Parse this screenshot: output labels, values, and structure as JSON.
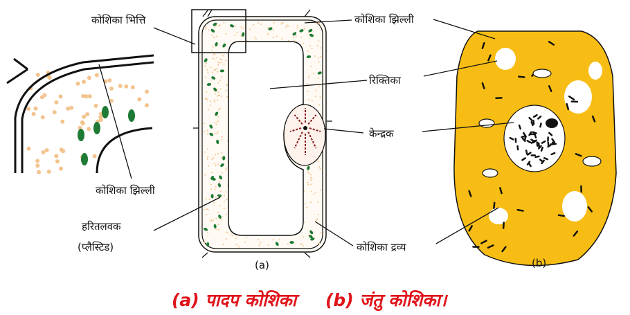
{
  "labels": {
    "cell_wall": "कोशिका भित्ति",
    "cell_membrane_top": "कोशिका झिल्ली",
    "vacuole": "रिक्तिका",
    "nucleus": "केन्द्रक",
    "cell_membrane_inset": "कोशिका झिल्ली",
    "chloroplast": "हरितलवक",
    "plastid": "(प्लैस्टिड)",
    "cytoplasm": "कोशिका द्रव्य",
    "panel_a": "(a)",
    "panel_b": "(b)"
  },
  "caption": {
    "a": "(a) पादप कोशिका",
    "b": "(b) जंतु कोशिका।"
  },
  "colors": {
    "animal_cell": "#f7bd14",
    "chloroplast": "#1e7a34",
    "cytoplasm_dot": "#f3c48f",
    "chromatin_plant": "#8b1a1a",
    "caption": "#e0141b"
  }
}
